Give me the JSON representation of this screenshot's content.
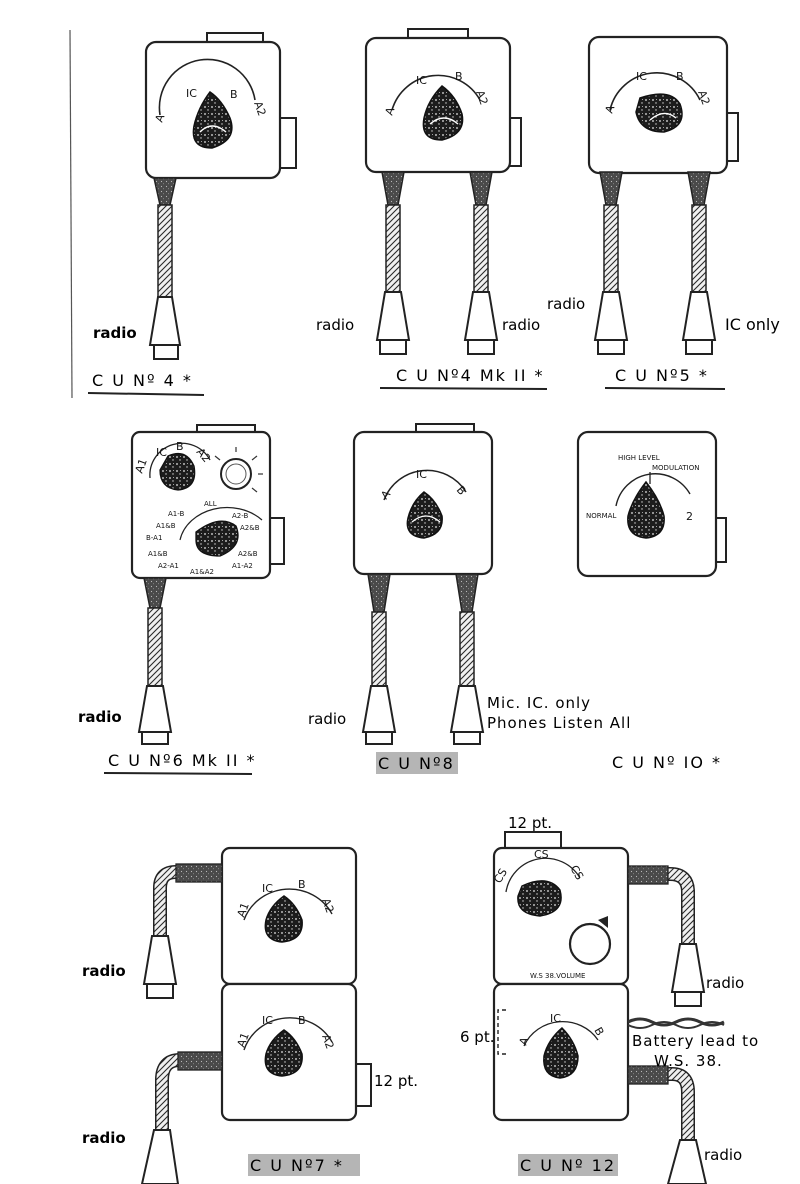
{
  "units": [
    {
      "id": "cu4",
      "caption": "C U  Nº 4 *",
      "dial": [
        "A",
        "IC",
        "B",
        "A2"
      ],
      "leads": [
        "radio"
      ]
    },
    {
      "id": "cu4mk2",
      "caption": "C U   Nº4 Mk II *",
      "dial": [
        "A",
        "IC",
        "B",
        "A2"
      ],
      "leads": [
        "radio",
        "radio"
      ]
    },
    {
      "id": "cu5",
      "caption": "C U   Nº5 *",
      "dial": [
        "A",
        "IC",
        "B",
        "A2"
      ],
      "leads": [
        "radio",
        "IC only"
      ]
    },
    {
      "id": "cu6mk2",
      "caption": "C U  Nº6 Mk II *",
      "dial": [
        "A1",
        "IC",
        "B",
        "A2"
      ],
      "dial2": [
        "A1-B",
        "A1&B",
        "B-A1",
        "A1&B",
        "A2-A1",
        "A1&A2",
        "A1-A2",
        "A2&B",
        "A2-B",
        "A2&B",
        "ALL"
      ],
      "leads": [
        "radio"
      ]
    },
    {
      "id": "cu8",
      "caption": "C U Nº8",
      "dial": [
        "A",
        "IC",
        "B"
      ],
      "leads": [
        "radio",
        "Mic. IC. only",
        "Phones Listen All"
      ]
    },
    {
      "id": "cu10",
      "caption": "C U   Nº IO *",
      "dial": [
        "HIGH LEVEL",
        "MODULATION",
        "NORMAL",
        "2"
      ],
      "leads": []
    },
    {
      "id": "cu7",
      "caption": "C U  Nº7 *",
      "dial": [
        "A1",
        "IC",
        "B",
        "A2"
      ],
      "leads": [
        "radio",
        "radio",
        "12 pt."
      ]
    },
    {
      "id": "cu12",
      "caption": "C U  Nº 12",
      "dial": [
        "A",
        "IC",
        "B"
      ],
      "dial_top": [
        "CS",
        "CS",
        "CS"
      ],
      "volume": "W.S 38.VOLUME",
      "leads": [
        "12 pt.",
        "radio",
        "6 pt.",
        "Battery  lead to",
        "W.S. 38.",
        "radio"
      ]
    }
  ]
}
